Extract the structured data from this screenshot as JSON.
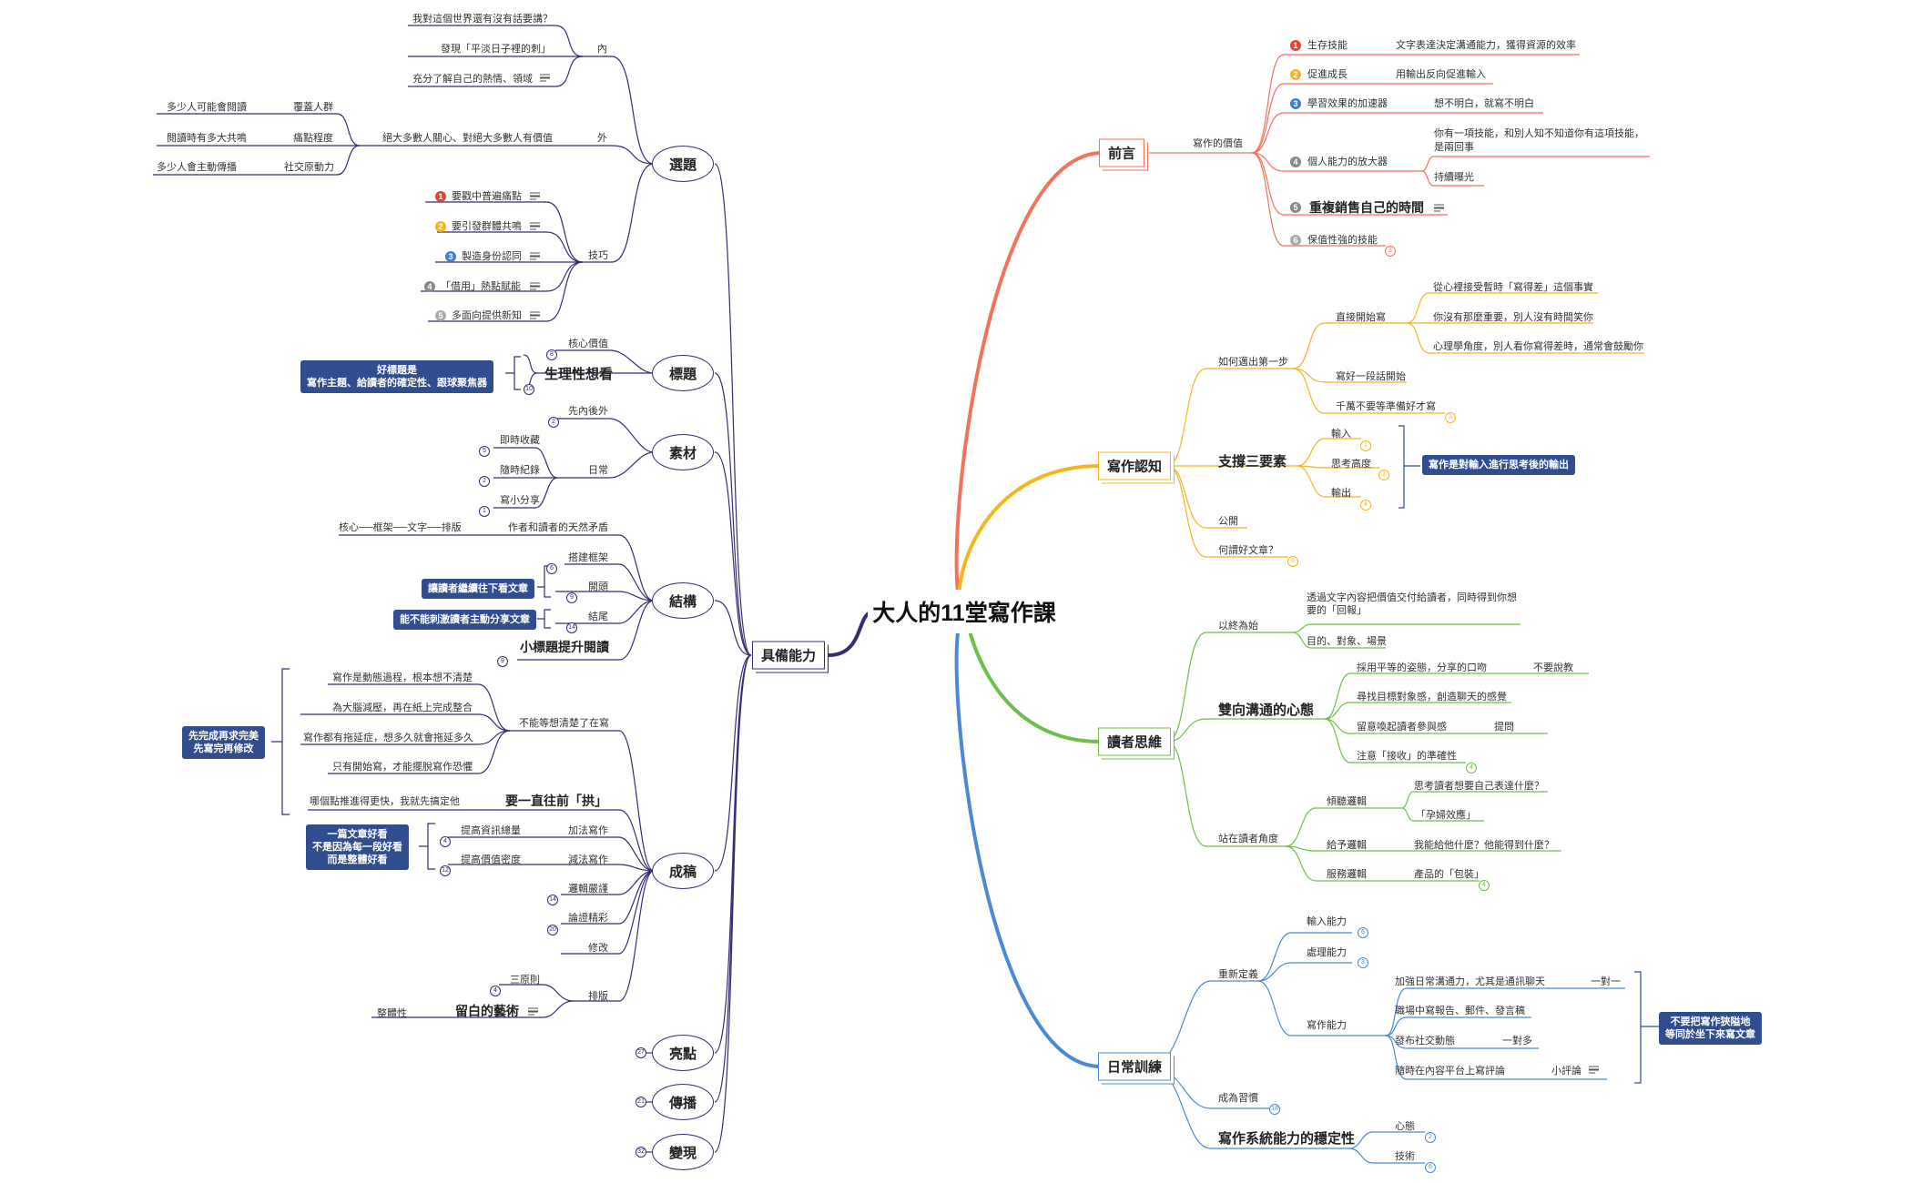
{
  "colors": {
    "left": "#3a2a74",
    "preface": "#f2725c",
    "recognition": "#f4b51f",
    "reader": "#6cc04a",
    "daily": "#4a8ad4",
    "box": "#2f4d8f"
  },
  "root": "大人的11堂寫作課",
  "left": {
    "main": "具備能力",
    "xuanti": {
      "label": "選題",
      "nei": {
        "label": "內",
        "items": [
          "我對這個世界還有沒有話要講？",
          "發現「平淡日子裡的刺」",
          "充分了解自己的熱情、領域"
        ]
      },
      "wai": {
        "label": "外",
        "main": "絕大多數人關心、對絕大多數人有價值",
        "items": [
          {
            "key": "覆蓋人群",
            "text": "多少人可能會閱讀"
          },
          {
            "key": "痛點程度",
            "text": "閱讀時有多大共鳴"
          },
          {
            "key": "社交原動力",
            "text": "多少人會主動傳播"
          }
        ]
      },
      "jiqiao": {
        "label": "技巧",
        "items": [
          "要戳中普遍痛點",
          "要引發群體共鳴",
          "製造身份認同",
          "「借用」熱點賦能",
          "多面向提供新知"
        ]
      }
    },
    "biaoti": {
      "label": "標題",
      "core": "核心價值",
      "physio": "生理性想看",
      "box": "好標題是\n寫作主題、給讀者的確定性、跟球聚焦器",
      "c1": "8",
      "c2": "10"
    },
    "sucai": {
      "label": "素材",
      "first": "先內後外",
      "daily": "日常",
      "items": [
        "即時收藏",
        "隨時紀錄",
        "寫小分享"
      ],
      "c0": "2",
      "c1": "5",
      "c2": "2",
      "c3": "1"
    },
    "jiegou": {
      "label": "結構",
      "pair": "作者和讀者的天然矛盾",
      "chain": "核心──框架──文字──排版",
      "items": [
        "搭建框架",
        "開頭",
        "結尾"
      ],
      "box1": "讓讀者繼續往下看文章",
      "box2": "能不能刺激讀者主動分享文章",
      "sub": "小標題提升閱讀",
      "c1": "6",
      "c2": "9",
      "c3": "14",
      "c4": "9"
    },
    "chenggao": {
      "label": "成稿",
      "cant": "不能等想清楚了在寫",
      "cant_items": [
        "寫作是動態過程，根本想不清楚",
        "為大腦減壓，再在紙上完成整合",
        "寫作都有拖延症，想多久就會拖延多久",
        "只有開始寫，才能擺脫寫作恐懼"
      ],
      "box1": "先完成再求完美\n先寫完再修改",
      "gong": "要一直往前「拱」",
      "gong_item": "哪個點推進得更快，我就先搞定他",
      "add": "加法寫作",
      "add_item": "提高資訊總量",
      "sub": "減法寫作",
      "sub_item": "提高價值密度",
      "box2": "一篇文章好看\n不是因為每一段好看\n而是整體好看",
      "logic": "邏輯嚴謹",
      "argue": "論證精彩",
      "revise": "修改",
      "layout": "排版",
      "three": "三原則",
      "blank": "留白的藝術",
      "whole": "整體性",
      "c_add": "4",
      "c_sub": "12",
      "c_logic": "14",
      "c_argue": "20",
      "c_three": "4"
    },
    "liangdian": {
      "label": "亮點",
      "c": "27"
    },
    "chuanbo": {
      "label": "傳播",
      "c": "21"
    },
    "bianxian": {
      "label": "變現",
      "c": "32"
    }
  },
  "preface": {
    "label": "前言",
    "value": "寫作的價值",
    "items": [
      {
        "n": "1",
        "k": "生存技能",
        "v": "文字表達決定溝通能力，獲得資源的效率"
      },
      {
        "n": "2",
        "k": "促進成長",
        "v": "用輸出反向促進輸入"
      },
      {
        "n": "3",
        "k": "學習效果的加速器",
        "v": "想不明白，就寫不明白"
      },
      {
        "n": "4",
        "k": "個人能力的放大器",
        "v": "你有一項技能，和別人知不知道你有這項技能，",
        "v2": "是兩回事",
        "v3": "持續曝光"
      },
      {
        "n": "5",
        "k": "重複銷售自己的時間"
      },
      {
        "n": "6",
        "k": "保值性強的技能",
        "c": "3"
      }
    ]
  },
  "recognition": {
    "label": "寫作認知",
    "first": "如何邁出第一步",
    "direct": "直接開始寫",
    "direct_items": [
      "從心裡接受暫時「寫得差」這個事實",
      "你沒有那麼重要，別人沒有時間笑你",
      "心理學角度，別人看你寫得差時，通常會鼓勵你"
    ],
    "para": "寫好一段話開始",
    "wait": "千萬不要等準備好才寫",
    "wait_c": "3",
    "three": "支撐三要素",
    "three_items": [
      "輸入",
      "思考高度",
      "輸出"
    ],
    "three_c": [
      "1",
      "2",
      "4"
    ],
    "box": "寫作是對輸入進行思考後的輸出",
    "pub": "公開",
    "good": "何謂好文章？",
    "good_c": "6"
  },
  "reader": {
    "label": "讀者思維",
    "end": "以終為始",
    "end1": "透過文字內容把價值交付給讀者，同時得到你想",
    "end1b": "要的「回報」",
    "end2": "目的、對象、場景",
    "two": "雙向溝通的心態",
    "two_items": [
      {
        "t": "採用平等的姿態，分享的口吻",
        "k": "不要說教"
      },
      {
        "t": "尋找目標對象感，創造聊天的感覺"
      },
      {
        "t": "留意喚起讀者參與感",
        "k": "提問"
      },
      {
        "t": "注意「接收」的準確性",
        "c": "4"
      }
    ],
    "stand": "站在讀者角度",
    "listen": "傾聽邏輯",
    "listen1": "思考讀者想要自己表達什麼？",
    "listen2": "「孕婦效應」",
    "give": "給予邏輯",
    "give1": "我能給他什麼？他能得到什麼？",
    "serve": "服務邏輯",
    "serve1": "產品的「包裝」",
    "serve_c": "4"
  },
  "daily": {
    "label": "日常訓練",
    "redef": "重新定義",
    "input": "輸入能力",
    "input_c": "6",
    "proc": "處理能力",
    "proc_c": "3",
    "write": "寫作能力",
    "write_items": [
      {
        "t": "加強日常溝通力，尤其是通訊聊天",
        "k": "一對一"
      },
      {
        "t": "職場中寫報告、郵件、發言稿"
      },
      {
        "t": "發布社交動態",
        "k": "一對多"
      },
      {
        "t": "隨時在內容平台上寫評論",
        "k": "小評論"
      }
    ],
    "box": "不要把寫作狹隘地\n等同於坐下來寫文章",
    "habit": "成為習慣",
    "habit_c": "18",
    "sys": "寫作系統能力的穩定性",
    "mind": "心態",
    "mind_c": "2",
    "tech": "技術",
    "tech_c": "6"
  }
}
